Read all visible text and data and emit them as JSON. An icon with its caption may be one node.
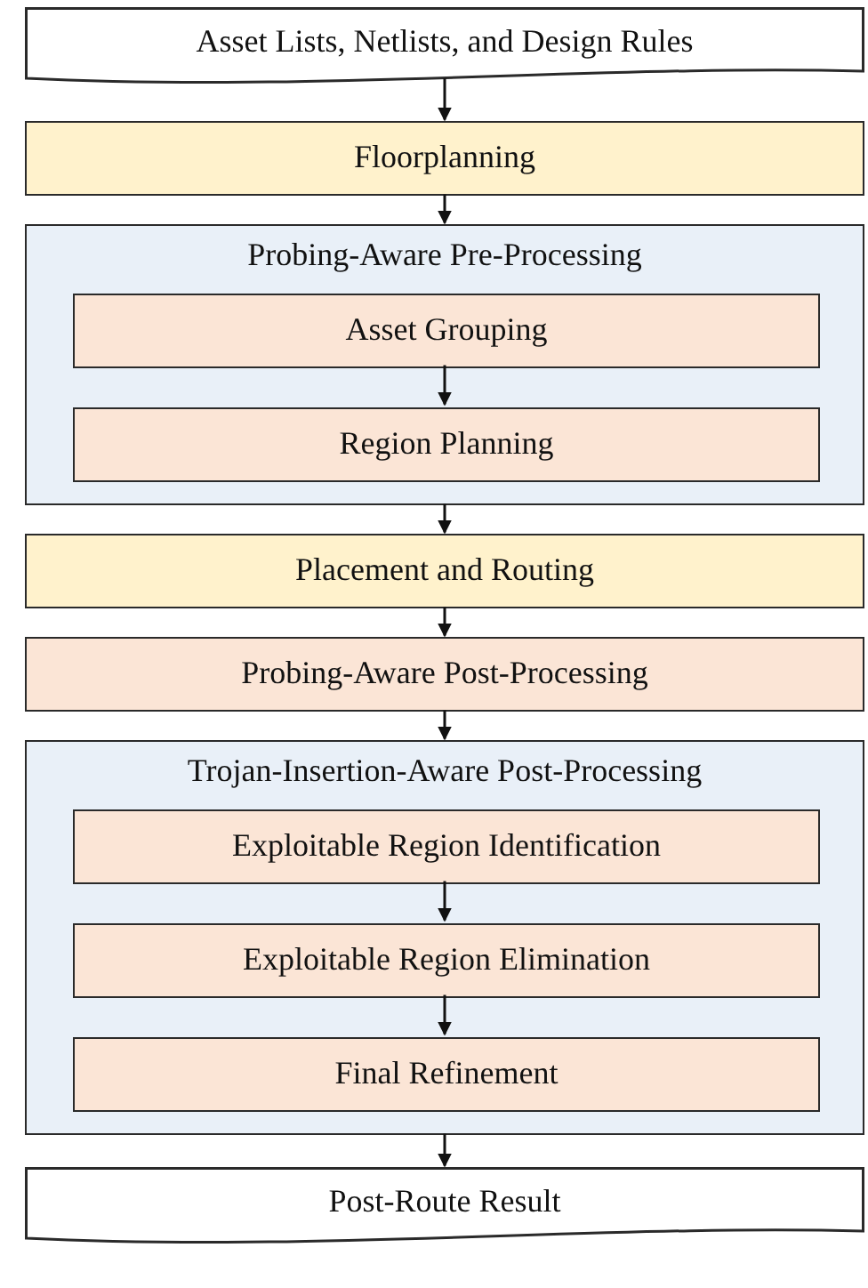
{
  "diagram": {
    "nodes": [
      {
        "text": [
          "Asset Lists, Netlists, and Design Rules"
        ]
      },
      {
        "text": [
          "Floorplanning"
        ]
      },
      {
        "text": [
          "Probing-Aware Pre-Processing"
        ]
      },
      {
        "text": [
          "Asset Grouping"
        ],
        "in": 2
      },
      {
        "text": [
          "Region Planning"
        ],
        "in": 2
      },
      {
        "text": [
          "Placement and Routing"
        ]
      },
      {
        "text": [
          "Probing-Aware Post-Processing"
        ]
      },
      {
        "text": [
          "Trojan-Insertion-Aware Post-Processing"
        ]
      },
      {
        "text": [
          "Exploitable Region Identification"
        ],
        "in": 7
      },
      {
        "text": [
          "Exploitable Region Elimination"
        ],
        "in": 7
      },
      {
        "text": [
          "Final Refinement"
        ],
        "in": 7
      },
      {
        "text": [
          "Post-Route Result"
        ]
      }
    ],
    "edges": [
      {
        "from": 0,
        "to": 1,
        "arrow": "to"
      },
      {
        "from": 1,
        "to": 2,
        "arrow": "to"
      },
      {
        "from": 3,
        "to": 4,
        "arrow": "to"
      },
      {
        "from": 2,
        "to": 5,
        "arrow": "to"
      },
      {
        "from": 5,
        "to": 6,
        "arrow": "to"
      },
      {
        "from": 6,
        "to": 7,
        "arrow": "to"
      },
      {
        "from": 8,
        "to": 9,
        "arrow": "to"
      },
      {
        "from": 9,
        "to": 10,
        "arrow": "to"
      },
      {
        "from": 7,
        "to": 11,
        "arrow": "to"
      }
    ]
  }
}
